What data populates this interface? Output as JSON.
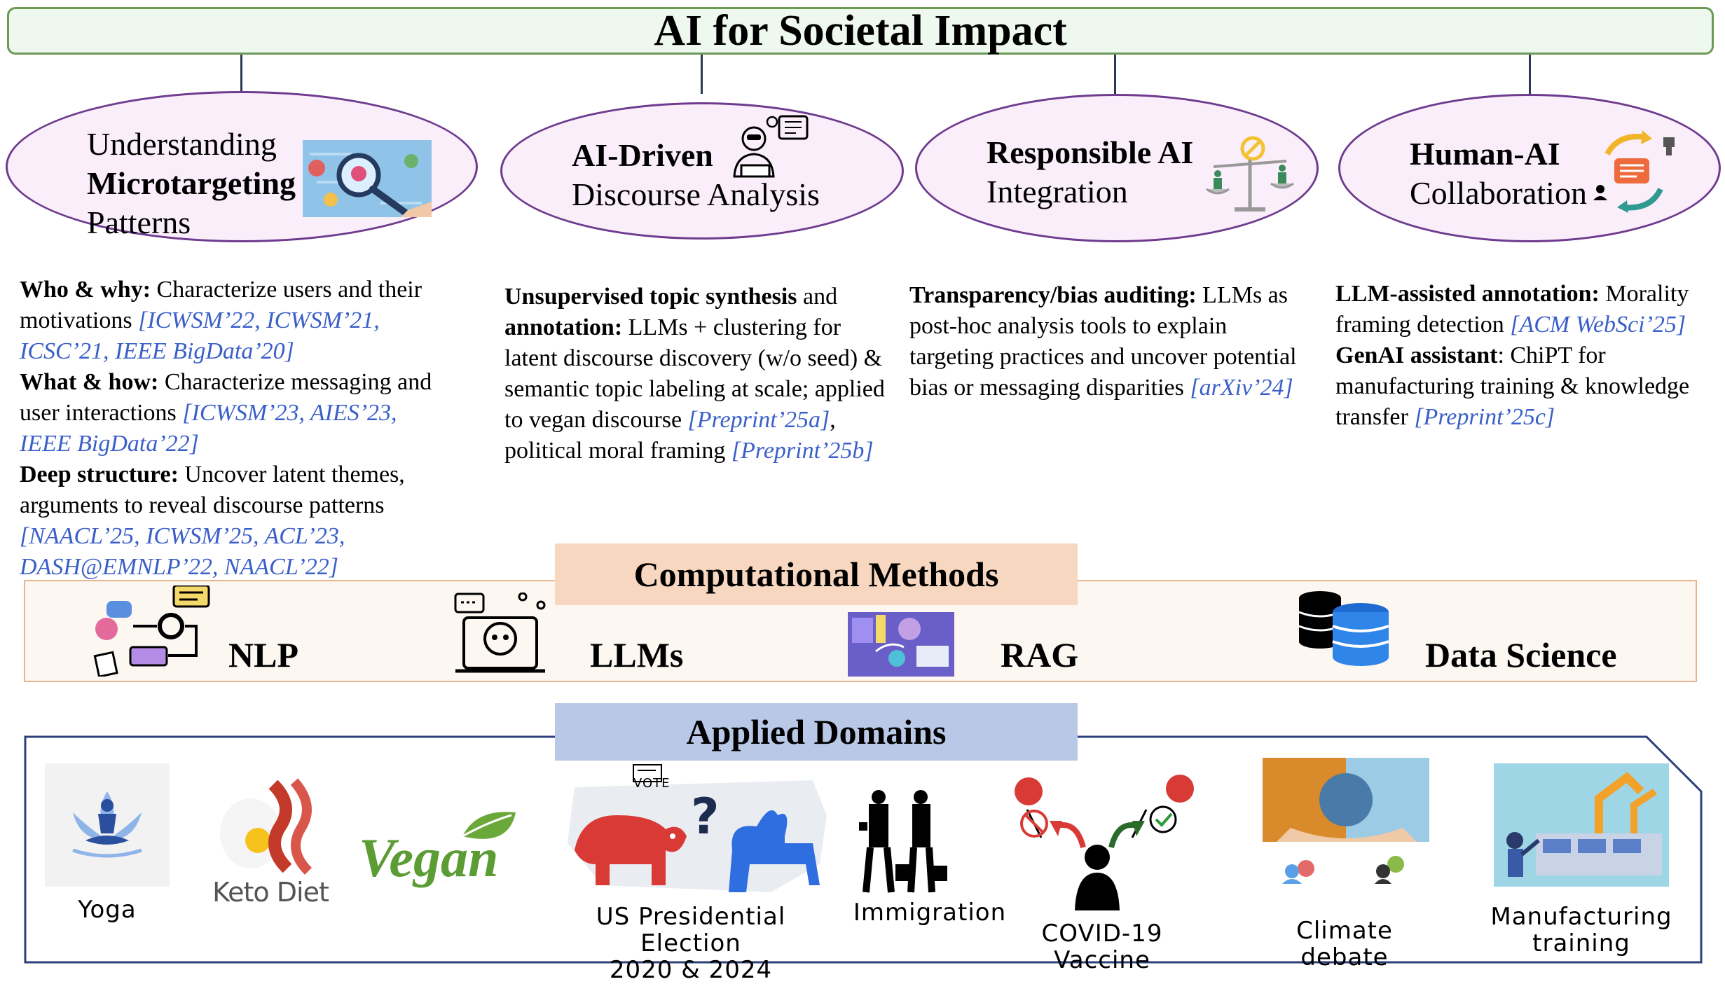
{
  "title": "AI for Societal Impact",
  "areas": [
    {
      "line1": "Understanding",
      "line2": "Microtargeting",
      "line3": "Patterns",
      "items": [
        {
          "lead": "Who & why:",
          "text": " Characterize users and their motivations ",
          "cite": "[ICWSM’22, ICWSM’21, ICSC’21, IEEE BigData’20]"
        },
        {
          "lead": "What & how:",
          "text": " Characterize messaging and user interactions ",
          "cite": "[ICWSM’23, AIES’23, IEEE BigData’22]"
        },
        {
          "lead": "Deep structure:",
          "text": " Uncover latent themes, arguments to reveal discourse patterns ",
          "cite": "[NAACL’25, ICWSM’25, ACL’23, DASH@EMNLP’22, NAACL’22]"
        }
      ]
    },
    {
      "line1": "AI-Driven",
      "line2": "Discourse Analysis",
      "lead1": "Unsupervised topic synthesis",
      "mid1": " and ",
      "lead2": "annotation:",
      "text1": " LLMs + clustering for latent discourse discovery (w/o seed) & semantic topic labeling at scale; applied to vegan discourse ",
      "cite1": "[Preprint’25a]",
      "text2": ", political moral framing ",
      "cite2": "[Preprint’25b]"
    },
    {
      "line1": "Responsible AI",
      "line2": "Integration",
      "lead": "Transparency/bias auditing:",
      "text": " LLMs as post-hoc analysis tools to explain targeting practices and uncover potential bias or messaging disparities ",
      "cite": "[arXiv’24]"
    },
    {
      "line1": "Human-AI",
      "line2": "Collaboration",
      "lead1": "LLM-assisted annotation:",
      "text1": " Morality framing detection ",
      "cite1": "[ACM WebSci’25]",
      "lead2": "GenAI assistant",
      "text2": ": ChiPT for manufacturing training & knowledge transfer ",
      "cite2": "[Preprint’25c]"
    }
  ],
  "methods": {
    "header": "Computational Methods",
    "items": [
      "NLP",
      "LLMs",
      "RAG",
      "Data Science"
    ]
  },
  "domains": {
    "header": "Applied Domains",
    "items": [
      "Yoga",
      "Keto Diet",
      "Vegan",
      "US Presidential Election",
      "2020 & 2024",
      "Immigration",
      "COVID-19 Vaccine",
      "Climate debate",
      "Manufacturing",
      "training",
      "VOTE"
    ]
  },
  "colors": {
    "ellipse_border": "#6e3b8e",
    "ellipse_fill": "#fbeefb",
    "cite": "#3a5fc8",
    "methods_fill": "#f7d7bf",
    "domains_fill": "#b9c8e6"
  }
}
